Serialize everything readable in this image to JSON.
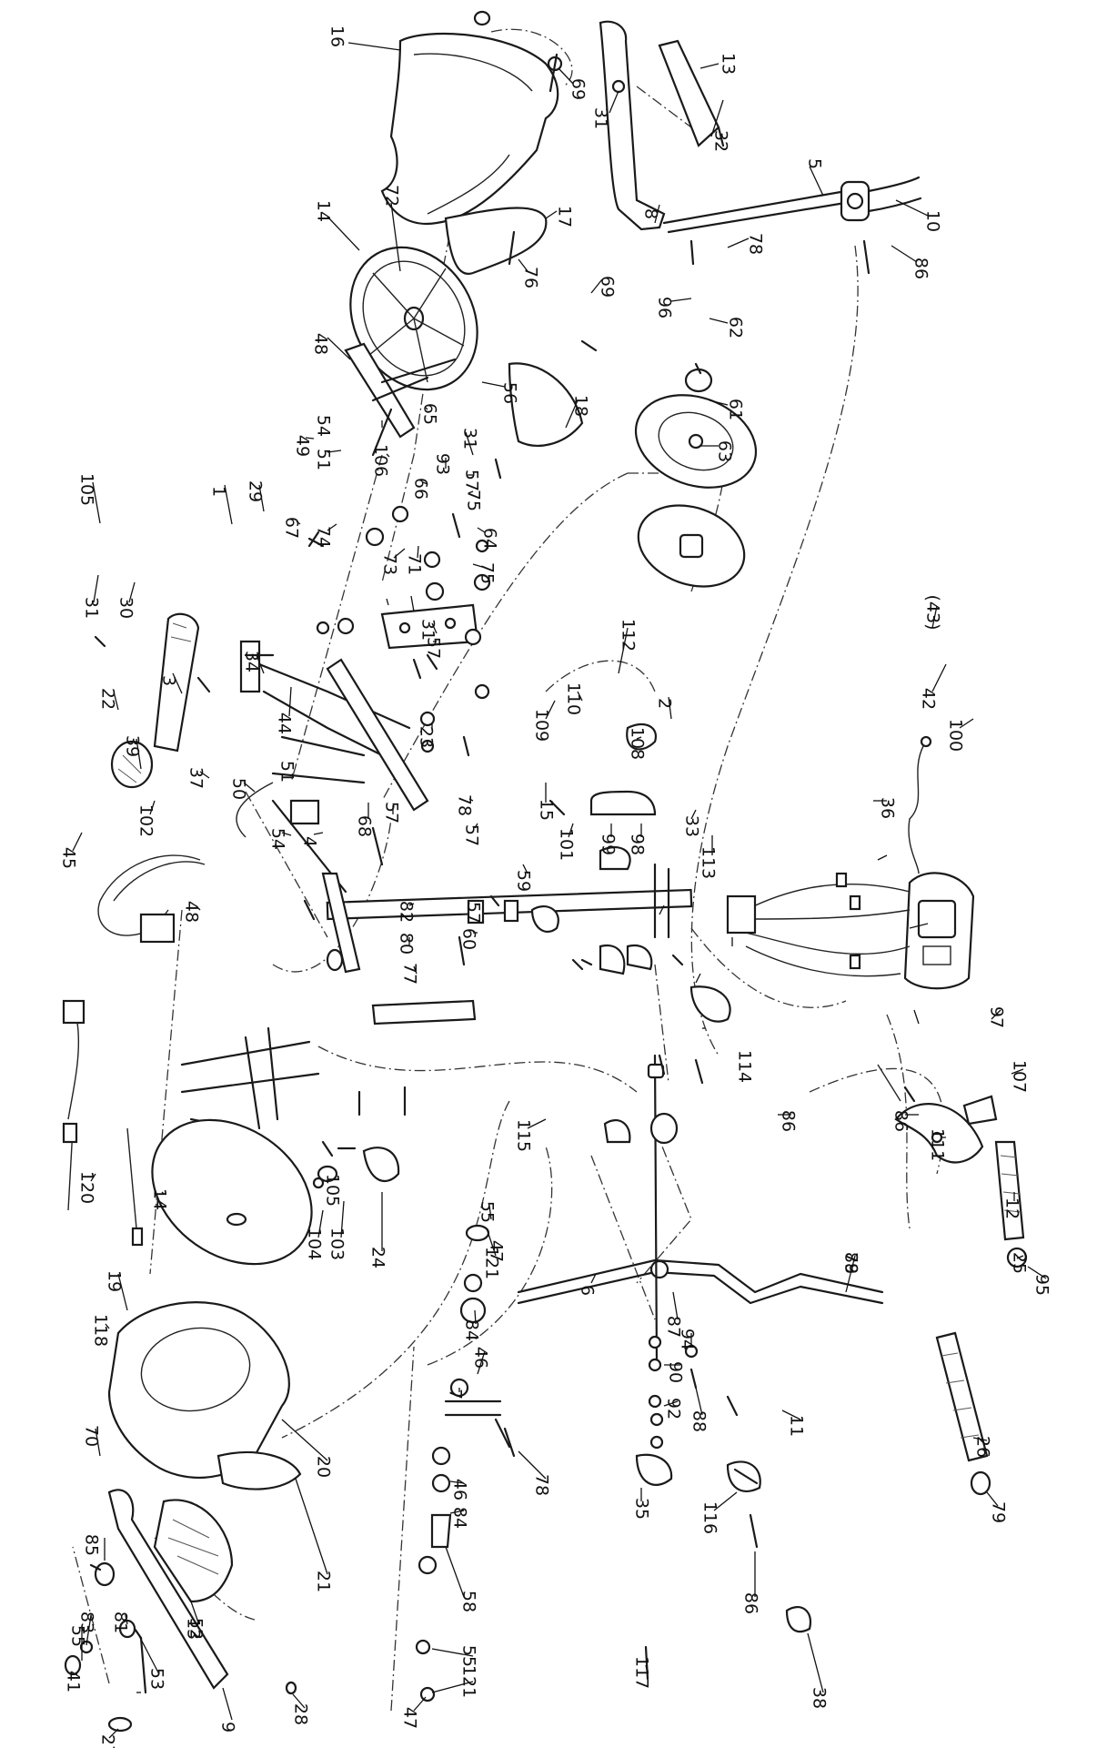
{
  "diagram": {
    "type": "exploded-parts-diagram",
    "callouts": [
      {
        "id": "c16",
        "text": "16"
      },
      {
        "id": "c69a",
        "text": "69"
      },
      {
        "id": "c13a",
        "text": "13"
      },
      {
        "id": "c31a",
        "text": "31"
      },
      {
        "id": "c32",
        "text": "32"
      },
      {
        "id": "c5",
        "text": "5"
      },
      {
        "id": "c72",
        "text": "72"
      },
      {
        "id": "c17",
        "text": "17"
      },
      {
        "id": "c14a",
        "text": "14"
      },
      {
        "id": "c8",
        "text": "8"
      },
      {
        "id": "c78a",
        "text": "78"
      },
      {
        "id": "c10",
        "text": "10"
      },
      {
        "id": "c86a",
        "text": "86"
      },
      {
        "id": "c69b",
        "text": "69"
      },
      {
        "id": "c76",
        "text": "76"
      },
      {
        "id": "c96",
        "text": "96"
      },
      {
        "id": "c62",
        "text": "62"
      },
      {
        "id": "c48a",
        "text": "48"
      },
      {
        "id": "c56",
        "text": "56"
      },
      {
        "id": "c18",
        "text": "18"
      },
      {
        "id": "c61",
        "text": "61"
      },
      {
        "id": "c65",
        "text": "65"
      },
      {
        "id": "c54a",
        "text": "54"
      },
      {
        "id": "c31b",
        "text": "31"
      },
      {
        "id": "c106",
        "text": "106"
      },
      {
        "id": "c49",
        "text": "49"
      },
      {
        "id": "c51a",
        "text": "51"
      },
      {
        "id": "c93",
        "text": "93"
      },
      {
        "id": "c57a",
        "text": "57"
      },
      {
        "id": "c63",
        "text": "63"
      },
      {
        "id": "c66",
        "text": "66"
      },
      {
        "id": "c75a",
        "text": "75"
      },
      {
        "id": "c105a",
        "text": "105"
      },
      {
        "id": "c1",
        "text": "1"
      },
      {
        "id": "c29",
        "text": "29"
      },
      {
        "id": "c67",
        "text": "67"
      },
      {
        "id": "c74",
        "text": "74"
      },
      {
        "id": "c64",
        "text": "64"
      },
      {
        "id": "c73",
        "text": "73"
      },
      {
        "id": "c71",
        "text": "71"
      },
      {
        "id": "c75b",
        "text": "75"
      },
      {
        "id": "c31c",
        "text": "31"
      },
      {
        "id": "c30",
        "text": "30"
      },
      {
        "id": "c77",
        "text": "77"
      },
      {
        "id": "c43",
        "text": "(43)"
      },
      {
        "id": "c112",
        "text": "112"
      },
      {
        "id": "c31d",
        "text": "31"
      },
      {
        "id": "c57b",
        "text": "57"
      },
      {
        "id": "c34",
        "text": "34"
      },
      {
        "id": "c3",
        "text": "3"
      },
      {
        "id": "c22",
        "text": "22"
      },
      {
        "id": "c110",
        "text": "110"
      },
      {
        "id": "c44",
        "text": "44"
      },
      {
        "id": "c2",
        "text": "2"
      },
      {
        "id": "c109",
        "text": "109"
      },
      {
        "id": "c23",
        "text": "23"
      },
      {
        "id": "c108",
        "text": "108"
      },
      {
        "id": "c42",
        "text": "42"
      },
      {
        "id": "c100",
        "text": "100"
      },
      {
        "id": "c39",
        "text": "39"
      },
      {
        "id": "c51b",
        "text": "51"
      },
      {
        "id": "c37",
        "text": "37"
      },
      {
        "id": "c50",
        "text": "50"
      },
      {
        "id": "c78b",
        "text": "78"
      },
      {
        "id": "c15",
        "text": "15"
      },
      {
        "id": "c57c",
        "text": "57"
      },
      {
        "id": "c36",
        "text": "36"
      },
      {
        "id": "c102",
        "text": "102"
      },
      {
        "id": "c68",
        "text": "68"
      },
      {
        "id": "c33",
        "text": "33"
      },
      {
        "id": "c45",
        "text": "45"
      },
      {
        "id": "c54b",
        "text": "54"
      },
      {
        "id": "c4",
        "text": "4"
      },
      {
        "id": "c57d",
        "text": "57"
      },
      {
        "id": "c101",
        "text": "101"
      },
      {
        "id": "c99",
        "text": "99"
      },
      {
        "id": "c98",
        "text": "98"
      },
      {
        "id": "c113",
        "text": "113"
      },
      {
        "id": "c59",
        "text": "59"
      },
      {
        "id": "c97",
        "text": "97"
      },
      {
        "id": "c48b",
        "text": "48"
      },
      {
        "id": "c82",
        "text": "82"
      },
      {
        "id": "c57e",
        "text": "57"
      },
      {
        "id": "c86b",
        "text": "86"
      },
      {
        "id": "c107",
        "text": "107"
      },
      {
        "id": "c80",
        "text": "80"
      },
      {
        "id": "c60",
        "text": "60"
      },
      {
        "id": "c86c",
        "text": "86"
      },
      {
        "id": "c12",
        "text": "12"
      },
      {
        "id": "c114",
        "text": "114"
      },
      {
        "id": "c120",
        "text": "120"
      },
      {
        "id": "c14b",
        "text": "14"
      },
      {
        "id": "c105b",
        "text": "105"
      },
      {
        "id": "c47a",
        "text": "47"
      },
      {
        "id": "c115",
        "text": "115"
      },
      {
        "id": "c111",
        "text": "111"
      },
      {
        "id": "c55a",
        "text": "55"
      },
      {
        "id": "c104",
        "text": "104"
      },
      {
        "id": "c103",
        "text": "103"
      },
      {
        "id": "c24",
        "text": "24"
      },
      {
        "id": "c121a",
        "text": "121"
      },
      {
        "id": "c25",
        "text": "25"
      },
      {
        "id": "c19",
        "text": "19"
      },
      {
        "id": "c6",
        "text": "6"
      },
      {
        "id": "c84a",
        "text": "84"
      },
      {
        "id": "c94",
        "text": "94"
      },
      {
        "id": "c118",
        "text": "118"
      },
      {
        "id": "c87",
        "text": "87"
      },
      {
        "id": "c89",
        "text": "89"
      },
      {
        "id": "c95",
        "text": "95"
      },
      {
        "id": "c11",
        "text": "11"
      },
      {
        "id": "c46a",
        "text": "46"
      },
      {
        "id": "c90",
        "text": "90"
      },
      {
        "id": "c92",
        "text": "92"
      },
      {
        "id": "c7",
        "text": "7"
      },
      {
        "id": "c88",
        "text": "88"
      },
      {
        "id": "c78c",
        "text": "78"
      },
      {
        "id": "c70",
        "text": "70"
      },
      {
        "id": "c20",
        "text": "20"
      },
      {
        "id": "c78d",
        "text": "78"
      },
      {
        "id": "c26",
        "text": "26"
      },
      {
        "id": "c46b",
        "text": "46"
      },
      {
        "id": "c85",
        "text": "85"
      },
      {
        "id": "c84b",
        "text": "84"
      },
      {
        "id": "c35",
        "text": "35"
      },
      {
        "id": "c116",
        "text": "116"
      },
      {
        "id": "c21",
        "text": "21"
      },
      {
        "id": "c58",
        "text": "58"
      },
      {
        "id": "c83",
        "text": "83"
      },
      {
        "id": "c55b",
        "text": "55"
      },
      {
        "id": "c81",
        "text": "81"
      },
      {
        "id": "c13b",
        "text": "13"
      },
      {
        "id": "c41",
        "text": "41"
      },
      {
        "id": "c121b",
        "text": "121"
      },
      {
        "id": "c55c",
        "text": "55"
      },
      {
        "id": "c52",
        "text": "52"
      },
      {
        "id": "c53",
        "text": "53"
      },
      {
        "id": "c117",
        "text": "117"
      },
      {
        "id": "c86d",
        "text": "86"
      },
      {
        "id": "c79",
        "text": "79"
      },
      {
        "id": "c27",
        "text": "27"
      },
      {
        "id": "c9",
        "text": "9"
      },
      {
        "id": "c28",
        "text": "28"
      },
      {
        "id": "c47b",
        "text": "47"
      },
      {
        "id": "c38",
        "text": "38"
      }
    ]
  }
}
